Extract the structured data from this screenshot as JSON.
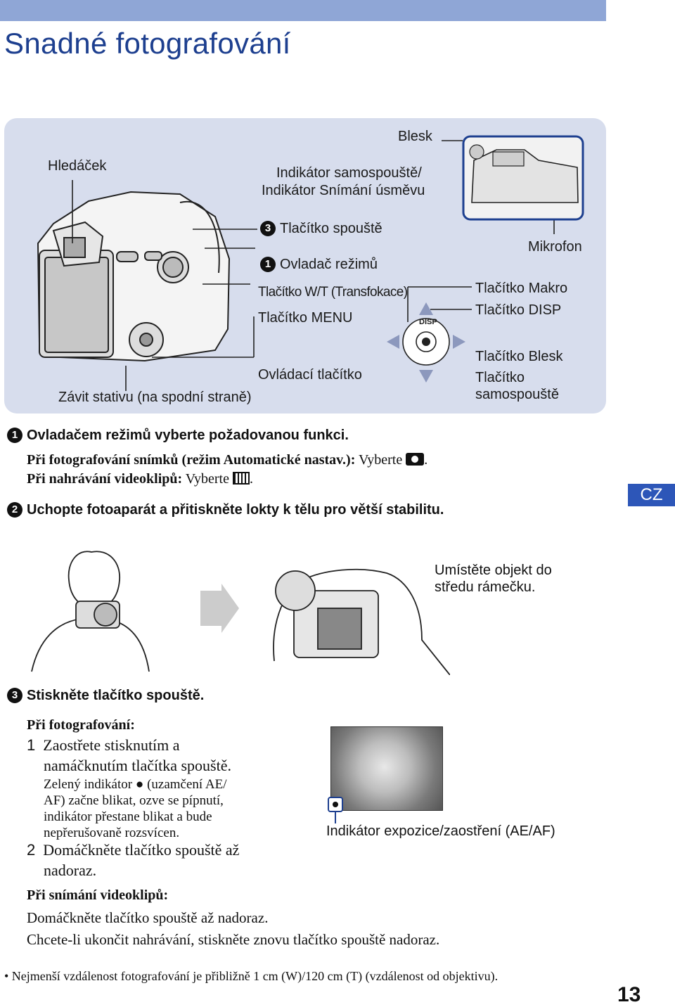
{
  "page": {
    "title": "Snadné fotografování",
    "page_number": "13",
    "language_tab": "CZ"
  },
  "diagram": {
    "labels": {
      "hledacek": "Hledáček",
      "blesk": "Blesk",
      "indikator1": "Indikátor samospouště/",
      "indikator2": "Indikátor Snímání úsměvu",
      "spoust_num": "3",
      "spoust": "Tlačítko spouště",
      "rezim_num": "1",
      "rezim": "Ovladač režimů",
      "wt": "Tlačítko W/T (Transfokace)",
      "menu": "Tlačítko MENU",
      "ovladaci": "Ovládací tlačítko",
      "zavit": "Závit stativu (na spodní straně)",
      "mikrofon": "Mikrofon",
      "makro": "Tlačítko Makro",
      "disp": "Tlačítko DISP",
      "blesk_btn": "Tlačítko Blesk",
      "samospoust1": "Tlačítko",
      "samospoust2": "samospouště",
      "disp_small": "DISP"
    }
  },
  "steps": {
    "s1_num": "1",
    "s1": "Ovladačem režimů vyberte požadovanou funkci.",
    "s1_l1": "Při fotografování snímků (režim Automatické nastav.):",
    "s1_l1b": " Vyberte",
    "s1_l2": "Při nahrávání videoklipů:",
    "s1_l2b": " Vyberte",
    "s2_num": "2",
    "s2": "Uchopte fotoaparát a přitiskněte lokty k tělu pro větší stabilitu.",
    "center_note1": "Umístěte objekt do",
    "center_note2": "středu rámečku.",
    "s3_num": "3",
    "s3": "Stiskněte tlačítko spouště.",
    "photo_head": "Při fotografování:",
    "p1_num": "1",
    "p1a": "Zaostřete stisknutím a",
    "p1b": "namáčknutím tlačítka spouště.",
    "p1c": "Zelený indikátor ● (uzamčení AE/",
    "p1d": "AF) začne blikat, ozve se pípnutí,",
    "p1e": "indikátor přestane blikat a bude",
    "p1f": "nepřerušovaně rozsvícen.",
    "p2_num": "2",
    "p2a": "Domáčkněte tlačítko spouště až",
    "p2b": "nadoraz.",
    "ae_label": "Indikátor expozice/zaostření (AE/AF)",
    "video_head": "Při snímání videoklipů:",
    "v1": "Domáčkněte tlačítko spouště až nadoraz.",
    "v2": "Chcete-li ukončit nahrávání, stiskněte znovu tlačítko spouště nadoraz.",
    "footnote": "• Nejmenší vzdálenost fotografování je přibližně 1 cm (W)/120 cm (T) (vzdálenost od objektivu)."
  }
}
